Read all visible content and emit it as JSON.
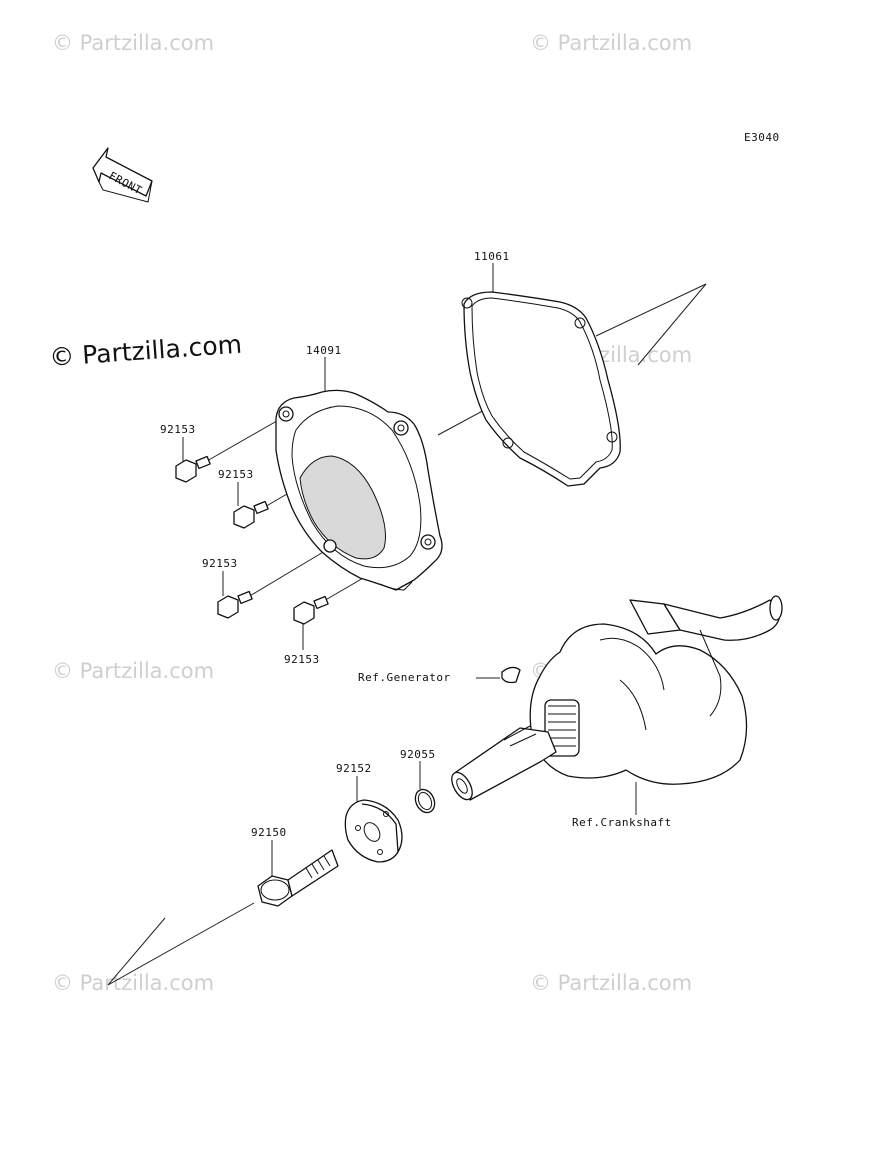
{
  "diagram_code": "E3040",
  "front_label": "FRONT",
  "watermark": "© Partzilla.com",
  "watermark_main": "© Partzilla.com",
  "parts": [
    {
      "id": "part-11061",
      "number": "11061"
    },
    {
      "id": "part-14091",
      "number": "14091"
    },
    {
      "id": "part-92153-a",
      "number": "92153"
    },
    {
      "id": "part-92153-b",
      "number": "92153"
    },
    {
      "id": "part-92153-c",
      "number": "92153"
    },
    {
      "id": "part-92153-d",
      "number": "92153"
    },
    {
      "id": "part-92055",
      "number": "92055"
    },
    {
      "id": "part-92152",
      "number": "92152"
    },
    {
      "id": "part-92150",
      "number": "92150"
    }
  ],
  "references": {
    "generator": "Ref.Generator",
    "crankshaft": "Ref.Crankshaft"
  },
  "colors": {
    "line": "#111111",
    "watermark": "#cfcfcf",
    "background": "#ffffff"
  }
}
